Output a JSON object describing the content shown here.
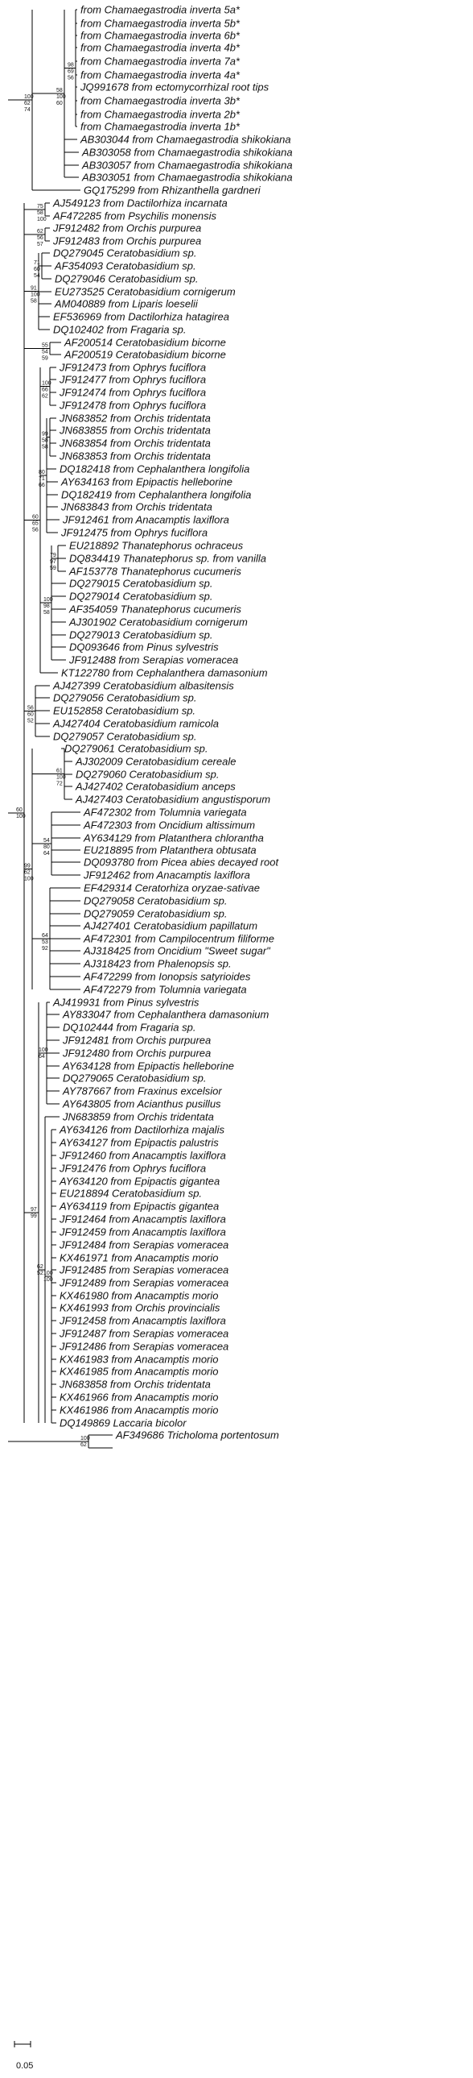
{
  "tree": {
    "tips": [
      "from Chamaegastrodia inverta 5a*",
      "from Chamaegastrodia inverta 5b*",
      "from Chamaegastrodia inverta 6b*",
      "from Chamaegastrodia inverta 4b*",
      "from Chamaegastrodia inverta 7a*",
      "from Chamaegastrodia inverta 4a*",
      "JQ991678 from ectomycorrhizal root tips",
      "from Chamaegastrodia inverta 3b*",
      "from Chamaegastrodia inverta 2b*",
      "from Chamaegastrodia inverta 1b*",
      "AB303044 from Chamaegastrodia shikokiana",
      "AB303058 from Chamaegastrodia shikokiana",
      "AB303057 from Chamaegastrodia shikokiana",
      "AB303051 from Chamaegastrodia shikokiana",
      "GQ175299 from Rhizanthella gardneri",
      "AJ549123 from Dactilorhiza incarnata",
      "AF472285 from Psychilis monensis",
      "JF912482 from Orchis purpurea",
      "JF912483 from Orchis purpurea",
      "DQ279045 Ceratobasidium sp.",
      "AF354093 Ceratobasidium sp.",
      "DQ279046 Ceratobasidium sp.",
      "EU273525 Ceratobasidium cornigerum",
      "AM040889 from Liparis loeselii",
      "EF536969 from Dactilorhiza hatagirea",
      "DQ102402 from Fragaria sp.",
      "AF200514 Ceratobasidium bicorne",
      "AF200519 Ceratobasidium bicorne",
      "JF912473 from Ophrys fuciflora",
      "JF912477 from Ophrys fuciflora",
      "JF912474 from Ophrys fuciflora",
      "JF912478 from Ophrys fuciflora",
      "JN683852 from Orchis tridentata",
      "JN683855 from Orchis tridentata",
      "JN683854 from Orchis tridentata",
      "JN683853 from Orchis tridentata",
      "DQ182418 from Cephalanthera longifolia",
      "AY634163 from Epipactis helleborine",
      "DQ182419 from Cephalanthera longifolia",
      "JN683843 from Orchis tridentata",
      "JF912461 from Anacamptis laxiflora",
      "JF912475 from Ophrys fuciflora",
      "EU218892 Thanatephorus ochraceus",
      "DQ834419 Thanatephorus sp. from vanilla",
      "AF153778 Thanatephorus cucumeris",
      "DQ279015 Ceratobasidium sp.",
      "DQ279014 Ceratobasidium sp.",
      "AF354059 Thanatephorus cucumeris",
      "AJ301902 Ceratobasidium cornigerum",
      "DQ279013 Ceratobasidium sp.",
      "DQ093646 from Pinus sylvestris",
      "JF912488 from Serapias vomeracea",
      "KT122780 from Cephalanthera damasonium",
      "AJ427399 Ceratobasidium albasitensis",
      "DQ279056 Ceratobasidium sp.",
      "EU152858 Ceratobasidium sp.",
      "AJ427404 Ceratobasidium ramicola",
      "DQ279057 Ceratobasidium sp.",
      "DQ279061 Ceratobasidium sp.",
      "AJ302009 Ceratobasidium cereale",
      "DQ279060 Ceratobasidium sp.",
      "AJ427402 Ceratobasidium anceps",
      "AJ427403 Ceratobasidium angustisporum",
      "AF472302 from Tolumnia variegata",
      "AF472303 from Oncidium altissimum",
      "AY634129 from Platanthera chlorantha",
      "EU218895 from Platanthera obtusata",
      "DQ093780 from Picea abies decayed root",
      "JF912462 from Anacamptis laxiflora",
      "EF429314 Ceratorhiza oryzae-sativae",
      "DQ279058 Ceratobasidium sp.",
      "DQ279059 Ceratobasidium sp.",
      "AJ427401 Ceratobasidium papillatum",
      "AF472301 from Campilocentrum filiforme",
      "AJ318425 from Oncidium \"Sweet sugar\"",
      "AJ318423 from Phalenopsis sp.",
      "AF472299 from Ionopsis satyrioides",
      "AF472279 from Tolumnia variegata",
      "AJ419931 from Pinus sylvestris",
      "AY833047 from Cephalanthera damasonium",
      "DQ102444 from Fragaria sp.",
      "JF912481 from Orchis purpurea",
      "JF912480 from Orchis purpurea",
      "AY634128 from Epipactis helleborine",
      "DQ279065 Ceratobasidium sp.",
      "AY787667 from Fraxinus excelsior",
      "AY643805 from Acianthus pusillus",
      "JN683859 from Orchis tridentata",
      "AY634126 from Dactilorhiza majalis",
      "AY634127 from Epipactis palustris",
      "JF912460 from Anacamptis laxiflora",
      "JF912476 from Ophrys fuciflora",
      "AY634120 from Epipactis gigantea",
      "EU218894 Ceratobasidium sp.",
      "AY634119 from Epipactis gigantea",
      "JF912464 from Anacamptis laxiflora",
      "JF912459 from Anacamptis laxiflora",
      "JF912484 from Serapias vomeracea",
      "KX461971 from Anacamptis morio",
      "JF912485 from Serapias vomeracea",
      "JF912489 from Serapias vomeracea",
      "KX461980 from Anacamptis morio",
      "KX461993 from Orchis provincialis",
      "JF912458 from Anacamptis laxiflora",
      "JF912487 from Serapias vomeracea",
      "JF912486 from Serapias vomeracea",
      "KX461983 from Anacamptis morio",
      "KX461985 from Anacamptis morio",
      "JN683858 from Orchis tridentata",
      "KX461966 from Anacamptis morio",
      "KX461986 from Anacamptis morio",
      "DQ149869 Laccaria bicolor",
      "AF349686 Tricholoma portentosum"
    ],
    "bootstrap": [
      "98",
      "58",
      "100",
      "75",
      "62",
      "71",
      "91",
      "55",
      "100",
      "99",
      "80",
      "79",
      "100",
      "60",
      "56",
      "61",
      "54",
      "64",
      "99",
      "100",
      "100",
      "62",
      "97",
      "60",
      "100",
      "69",
      "100",
      "62",
      "58",
      "56",
      "60",
      "100",
      "54",
      "66",
      "58",
      "71",
      "97",
      "98",
      "65",
      "60",
      "100",
      "80",
      "53",
      "62",
      "64",
      "100",
      "52",
      "99",
      "100",
      "62",
      "56",
      "60",
      "74",
      "100",
      "57",
      "54",
      "58",
      "59",
      "62",
      "58",
      "66",
      "59",
      "58",
      "56",
      "52",
      "72",
      "64",
      "92",
      "100"
    ],
    "scale_bar": "0.05"
  }
}
